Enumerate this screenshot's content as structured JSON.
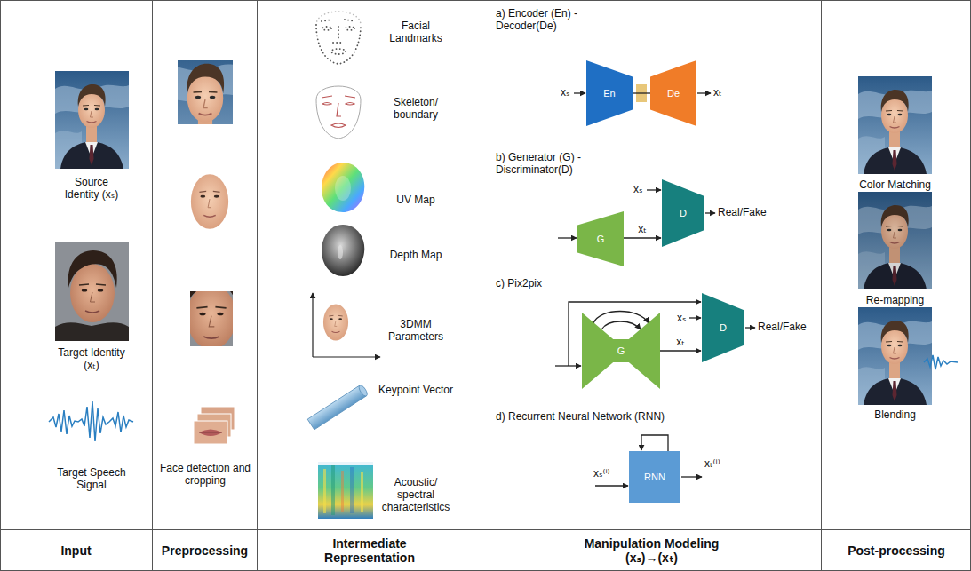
{
  "diagram": {
    "nodes": [
      {
        "text": [
          "Input"
        ]
      },
      {
        "text": [
          "Preprocessing"
        ]
      },
      {
        "text": [
          "Intermediate Representation"
        ]
      },
      {
        "text": [
          "Manipulation Modeling (xₛ)→(xₜ)"
        ]
      },
      {
        "text": [
          "En"
        ],
        "in": 3
      },
      {
        "text": [
          "De"
        ],
        "in": 3
      },
      {
        "text": [
          "G"
        ],
        "in": 3
      },
      {
        "text": [
          "D"
        ],
        "in": 3
      },
      {
        "text": [
          "G"
        ],
        "in": 3
      },
      {
        "text": [
          "D"
        ],
        "in": 3
      },
      {
        "text": [
          "RNN"
        ],
        "in": 3
      },
      {
        "text": [
          "Post-processing"
        ]
      }
    ],
    "edges": [
      {
        "from": 4,
        "to": 5,
        "arrow": "none"
      },
      {
        "from": 6,
        "to": 7,
        "label": "xₜ",
        "arrow": "to"
      },
      {
        "from": 8,
        "to": 9,
        "label": "xₜ",
        "arrow": "to"
      }
    ],
    "labels": [
      "Source Identity (xₛ)",
      "Target Identity (xₜ)",
      "Target Speech Signal",
      "Face detection and cropping",
      "Facial Landmarks",
      "Skeleton/ boundary",
      "UV Map",
      "Depth Map",
      "3DMM Parameters",
      "Keypoint Vector",
      "Acoustic/ spectral characteristics",
      "a) Encoder (En) - Decoder(De)",
      "xₛ",
      "xₜ",
      "b) Generator (G) - Discriminator(D)",
      "xₛ",
      "Real/Fake",
      "c) Pix2pix",
      "xₛ",
      "Real/Fake",
      "d) Recurrent Neural Network (RNN)",
      "xₛ⁽ⁱ⁾",
      "xₜ⁽ⁱ⁾",
      "Color Matching",
      "Re-mapping",
      "Blending"
    ]
  }
}
